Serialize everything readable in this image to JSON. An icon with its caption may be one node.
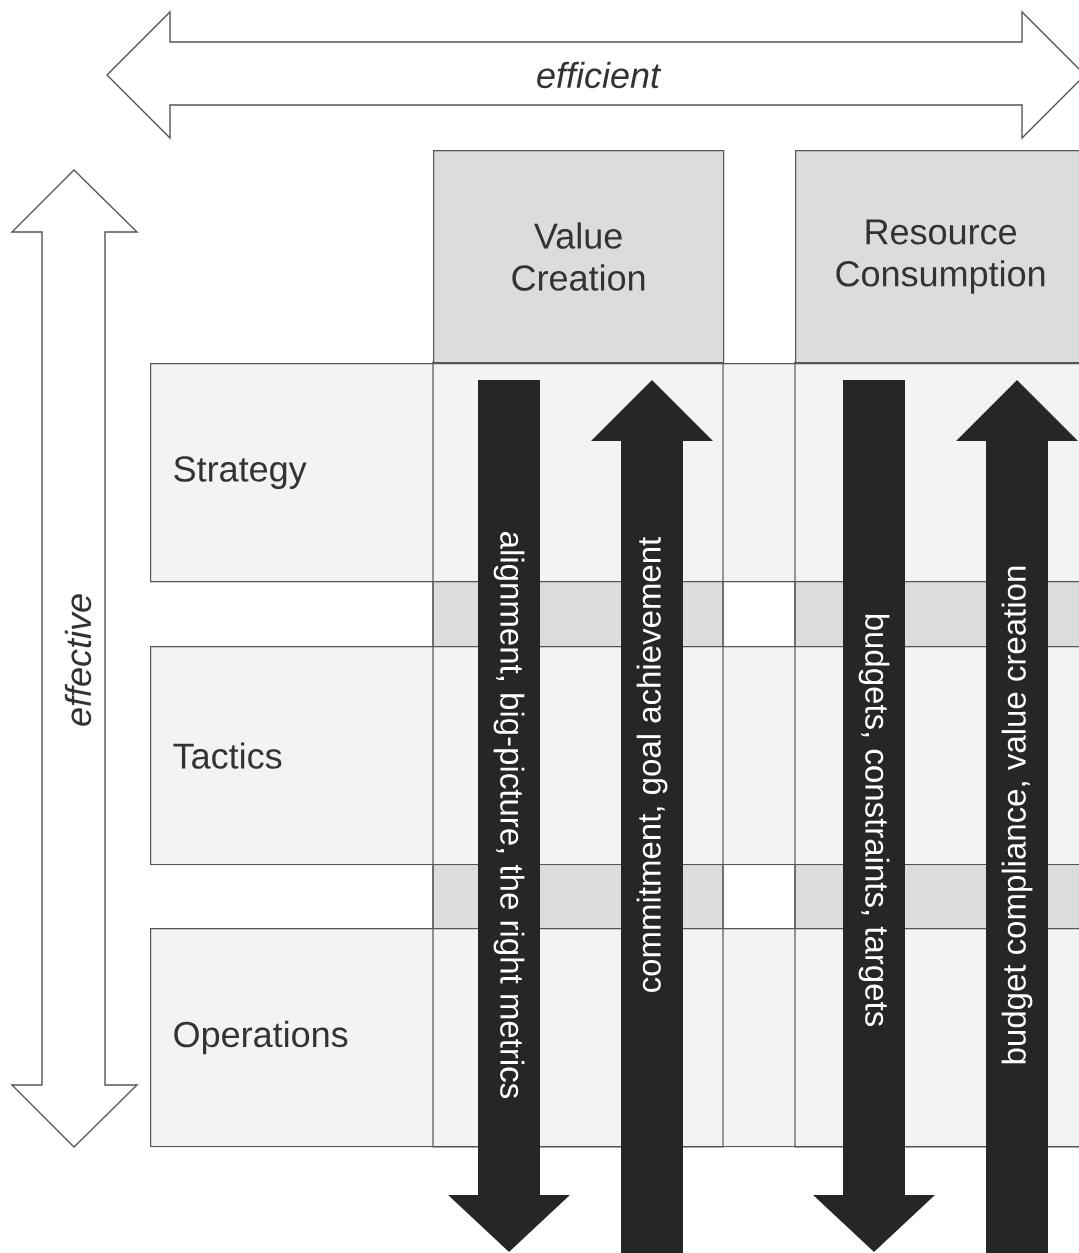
{
  "diagram": {
    "nodes": [
      {
        "text": [
          "Value Creation"
        ]
      },
      {
        "text": [
          "Resource Consumption"
        ]
      },
      {
        "text": [
          "Strategy"
        ]
      },
      {
        "text": [
          "Tactics"
        ]
      },
      {
        "text": [
          "Operations"
        ]
      }
    ],
    "labels": [
      "efficient",
      "effective",
      "alignment, big-picture, the right metrics",
      "commitment, goal achievement",
      "budgets, constraints, targets",
      "budget compliance, value creation"
    ]
  }
}
